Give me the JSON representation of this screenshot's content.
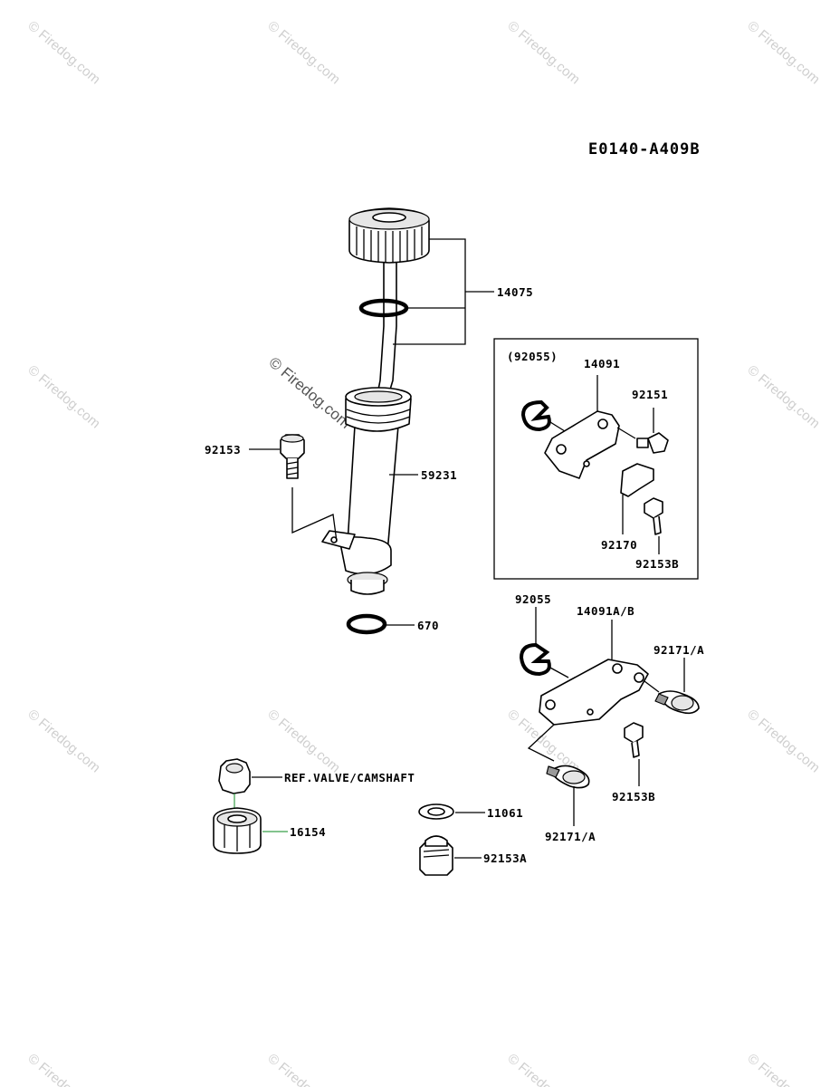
{
  "diagram_id": "E0140-A409B",
  "watermark": {
    "repeat_text": "© Firedog.com",
    "center_text": "© Firedog.com"
  },
  "labels": {
    "p14075": "14075",
    "p59231": "59231",
    "p92153": "92153",
    "p670": "670",
    "inset_92055": "(92055)",
    "inset_14091": "14091",
    "inset_92151": "92151",
    "inset_92170": "92170",
    "inset_92153B": "92153B",
    "p92055": "92055",
    "p14091AB": "14091A/B",
    "p92171A_top": "92171/A",
    "p92153B": "92153B",
    "p92171A_bottom": "92171/A",
    "ref_valve": "REF.VALVE/CAMSHAFT",
    "p16154": "16154",
    "p11061": "11061",
    "p92153A": "92153A"
  }
}
